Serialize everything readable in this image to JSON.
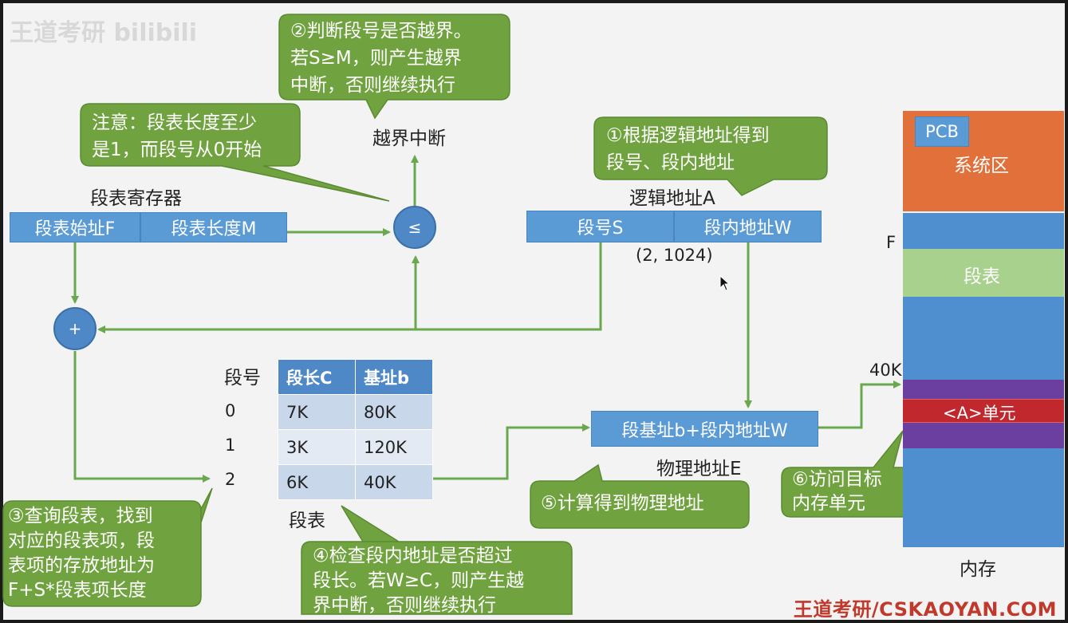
{
  "watermark": "王道考研 bilibili",
  "callouts": {
    "c1": [
      "①根据逻辑地址得到",
      "段号、段内地址"
    ],
    "c2": [
      "②判断段号是否越界。",
      "若S≥M，则产生越界",
      "中断，否则继续执行"
    ],
    "c3": [
      "③查询段表，找到",
      "对应的段表项，段",
      "表项的存放地址为",
      "F+S*段表项长度"
    ],
    "c4": [
      "④检查段内地址是否超过",
      "段长。若W≥C，则产生越",
      "界中断，否则继续执行"
    ],
    "c5": [
      "⑤计算得到物理地址"
    ],
    "c6": [
      "⑥访问目标",
      "内存单元"
    ],
    "note": [
      "注意：段表长度至少",
      "是1，而段号从0开始"
    ]
  },
  "register": {
    "title": "段表寄存器",
    "start_label": "段表始址F",
    "length_label": "段表长度M"
  },
  "compare_symbol": "≤",
  "add_symbol": "+",
  "overflow_label": "越界中断",
  "logical": {
    "title": "逻辑地址A",
    "seg_label": "段号S",
    "offset_label": "段内地址W",
    "example": "(2, 1024)"
  },
  "seg_table": {
    "index_header": "段号",
    "headers": [
      "段长C",
      "基址b"
    ],
    "rows": [
      {
        "index": "0",
        "length": "7K",
        "base": "80K"
      },
      {
        "index": "1",
        "length": "3K",
        "base": "120K"
      },
      {
        "index": "2",
        "length": "6K",
        "base": "40K"
      }
    ],
    "caption": "段表"
  },
  "physical": {
    "formula": "段基址b+段内地址W",
    "title": "物理地址E"
  },
  "memory": {
    "pcb": "PCB",
    "system_area": "系统区",
    "f_label": "F",
    "segtable": "段表",
    "k40_label": "40K",
    "target": "<A>单元",
    "caption": "内存"
  },
  "footer": "王道考研/CSKAOYAN.COM",
  "colors": {
    "callout_fill": "#70a33f",
    "box_blue": "#5b9bd5",
    "arrow_green": "#6aa84f",
    "system_orange": "#e2703a",
    "segtable_green": "#a9d18e",
    "purple": "#6b3fa0",
    "target_red": "#c0282d"
  }
}
